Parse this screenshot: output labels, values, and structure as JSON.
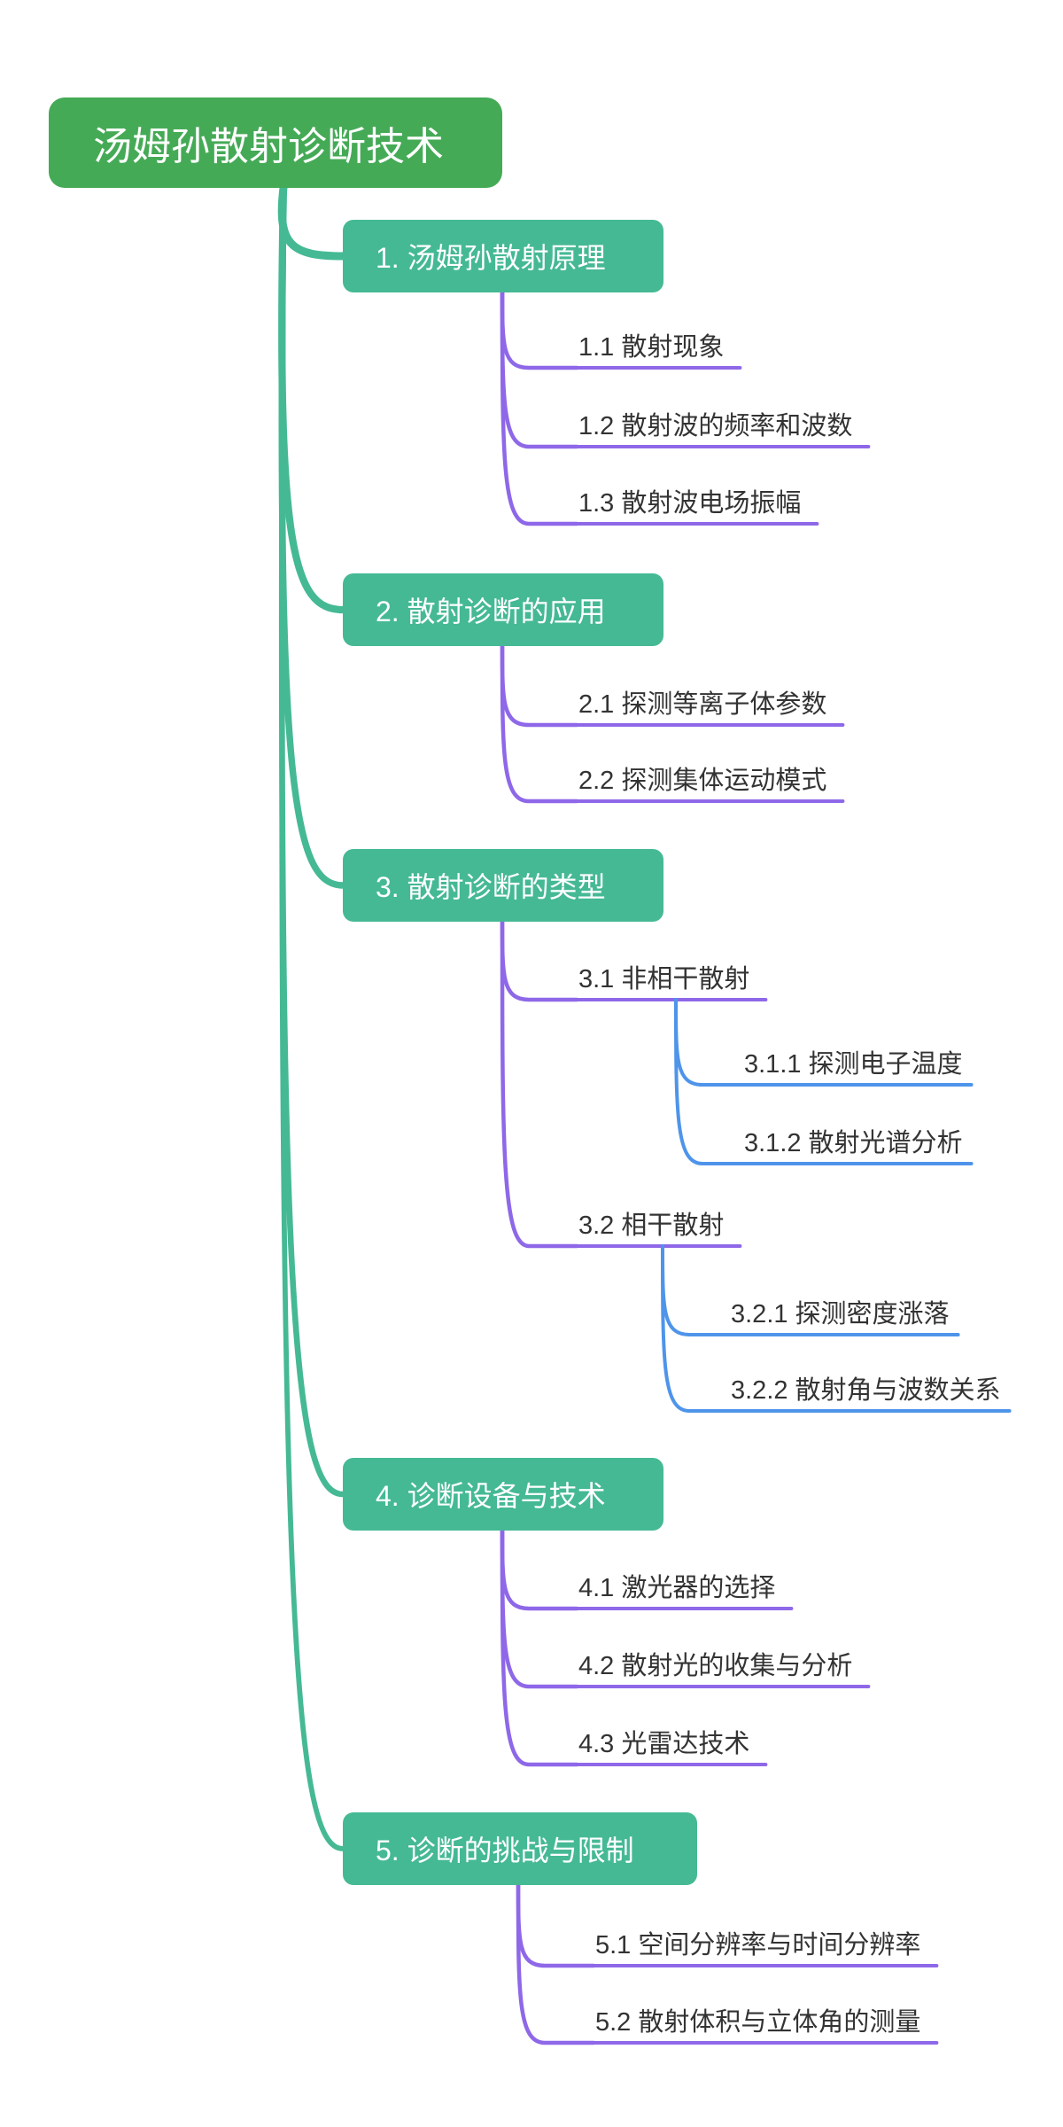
{
  "colors": {
    "root": "#45aa56",
    "section": "#45b994",
    "trunk": "#45b994",
    "level2": "#8e68e8",
    "level3": "#4e94ea",
    "text": "#333333"
  },
  "root": {
    "label": "汤姆孙散射诊断技术"
  },
  "sections": [
    {
      "label": "1. 汤姆孙散射原理",
      "items": [
        {
          "label": "1.1 散射现象"
        },
        {
          "label": "1.2 散射波的频率和波数"
        },
        {
          "label": "1.3 散射波电场振幅"
        }
      ]
    },
    {
      "label": "2. 散射诊断的应用",
      "items": [
        {
          "label": "2.1 探测等离子体参数"
        },
        {
          "label": "2.2 探测集体运动模式"
        }
      ]
    },
    {
      "label": "3. 散射诊断的类型",
      "items": [
        {
          "label": "3.1 非相干散射",
          "children": [
            {
              "label": "3.1.1 探测电子温度"
            },
            {
              "label": "3.1.2 散射光谱分析"
            }
          ]
        },
        {
          "label": "3.2 相干散射",
          "children": [
            {
              "label": "3.2.1 探测密度涨落"
            },
            {
              "label": "3.2.2 散射角与波数关系"
            }
          ]
        }
      ]
    },
    {
      "label": "4. 诊断设备与技术",
      "items": [
        {
          "label": "4.1 激光器的选择"
        },
        {
          "label": "4.2 散射光的收集与分析"
        },
        {
          "label": "4.3 光雷达技术"
        }
      ]
    },
    {
      "label": "5. 诊断的挑战与限制",
      "items": [
        {
          "label": "5.1 空间分辨率与时间分辨率"
        },
        {
          "label": "5.2 散射体积与立体角的测量"
        }
      ]
    }
  ]
}
